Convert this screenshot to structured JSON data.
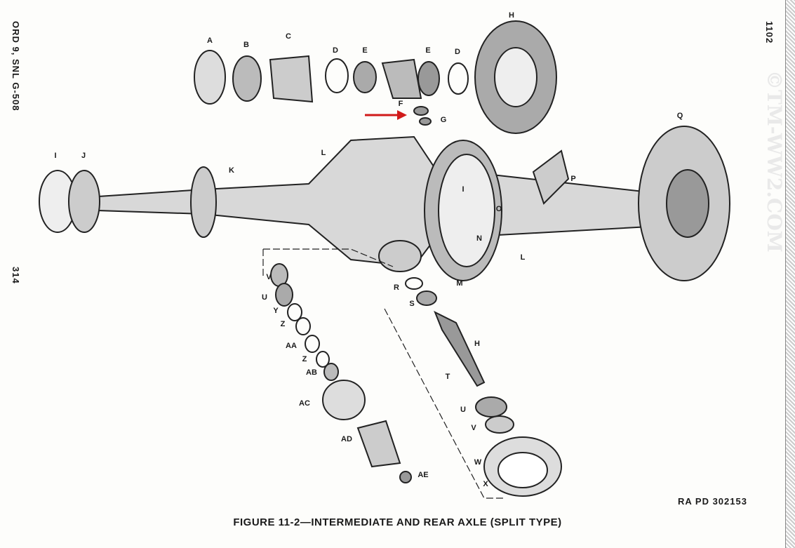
{
  "margin": {
    "left_top": "ORD 9, SNL G-508",
    "left_bottom": "314",
    "right_top": "1102",
    "watermark": "©TM-WW2.COM"
  },
  "figure": {
    "caption": "FIGURE 11-2—INTERMEDIATE AND REAR AXLE (SPLIT TYPE)",
    "reference": "RA PD 302153",
    "callouts": [
      "A",
      "B",
      "C",
      "D",
      "E",
      "E",
      "D",
      "H",
      "F",
      "G",
      "Q",
      "I",
      "J",
      "L",
      "K",
      "I",
      "O",
      "P",
      "N",
      "L",
      "M",
      "V",
      "U",
      "Y",
      "Z",
      "AA",
      "Z",
      "AB",
      "AC",
      "AD",
      "AE",
      "R",
      "S",
      "H",
      "T",
      "U",
      "V",
      "W",
      "X"
    ],
    "highlight_color": "#d11a1a"
  }
}
